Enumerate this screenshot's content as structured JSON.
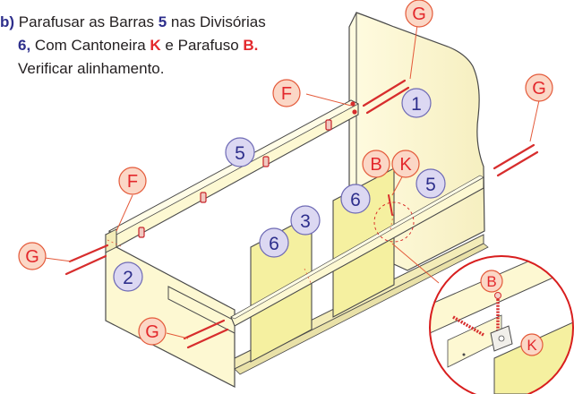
{
  "instruction": {
    "step_letter": "b)",
    "line1_text": "Parafusar as Barras ",
    "line1_num": "5",
    "line1_tail": " nas Divisórias",
    "line2_num": "6,",
    "line2_text": " Com Cantoneira ",
    "line2_k": "K",
    "line2_mid": " e Parafuso ",
    "line2_b": "B.",
    "line3": "Verificar alinhamento."
  },
  "callouts": {
    "part_1": "1",
    "part_2": "2",
    "part_3": "3",
    "part_5_top": "5",
    "part_5_right": "5",
    "part_6_left": "6",
    "part_6_right": "6",
    "letter_F_top": "F",
    "letter_F_left": "F",
    "letter_G_top": "G",
    "letter_G_right": "G",
    "letter_G_left": "G",
    "letter_G_bottom": "G",
    "letter_B": "B",
    "letter_K": "K",
    "detail_B": "B",
    "detail_K": "K"
  },
  "colors": {
    "panel_fill": "#fdf8d2",
    "panel_stroke": "#4a4a4a",
    "divider_fill": "#f5f0a0",
    "letter_circle": "#fbd7c6",
    "letter_stroke": "#e45a3a",
    "letter_text": "#e3282c",
    "number_circle": "#dcd8f2",
    "number_stroke": "#6e6ab5",
    "number_text": "#2e2f8c",
    "screw": "#d72d2d",
    "detail_ring": "#d81e1e"
  }
}
